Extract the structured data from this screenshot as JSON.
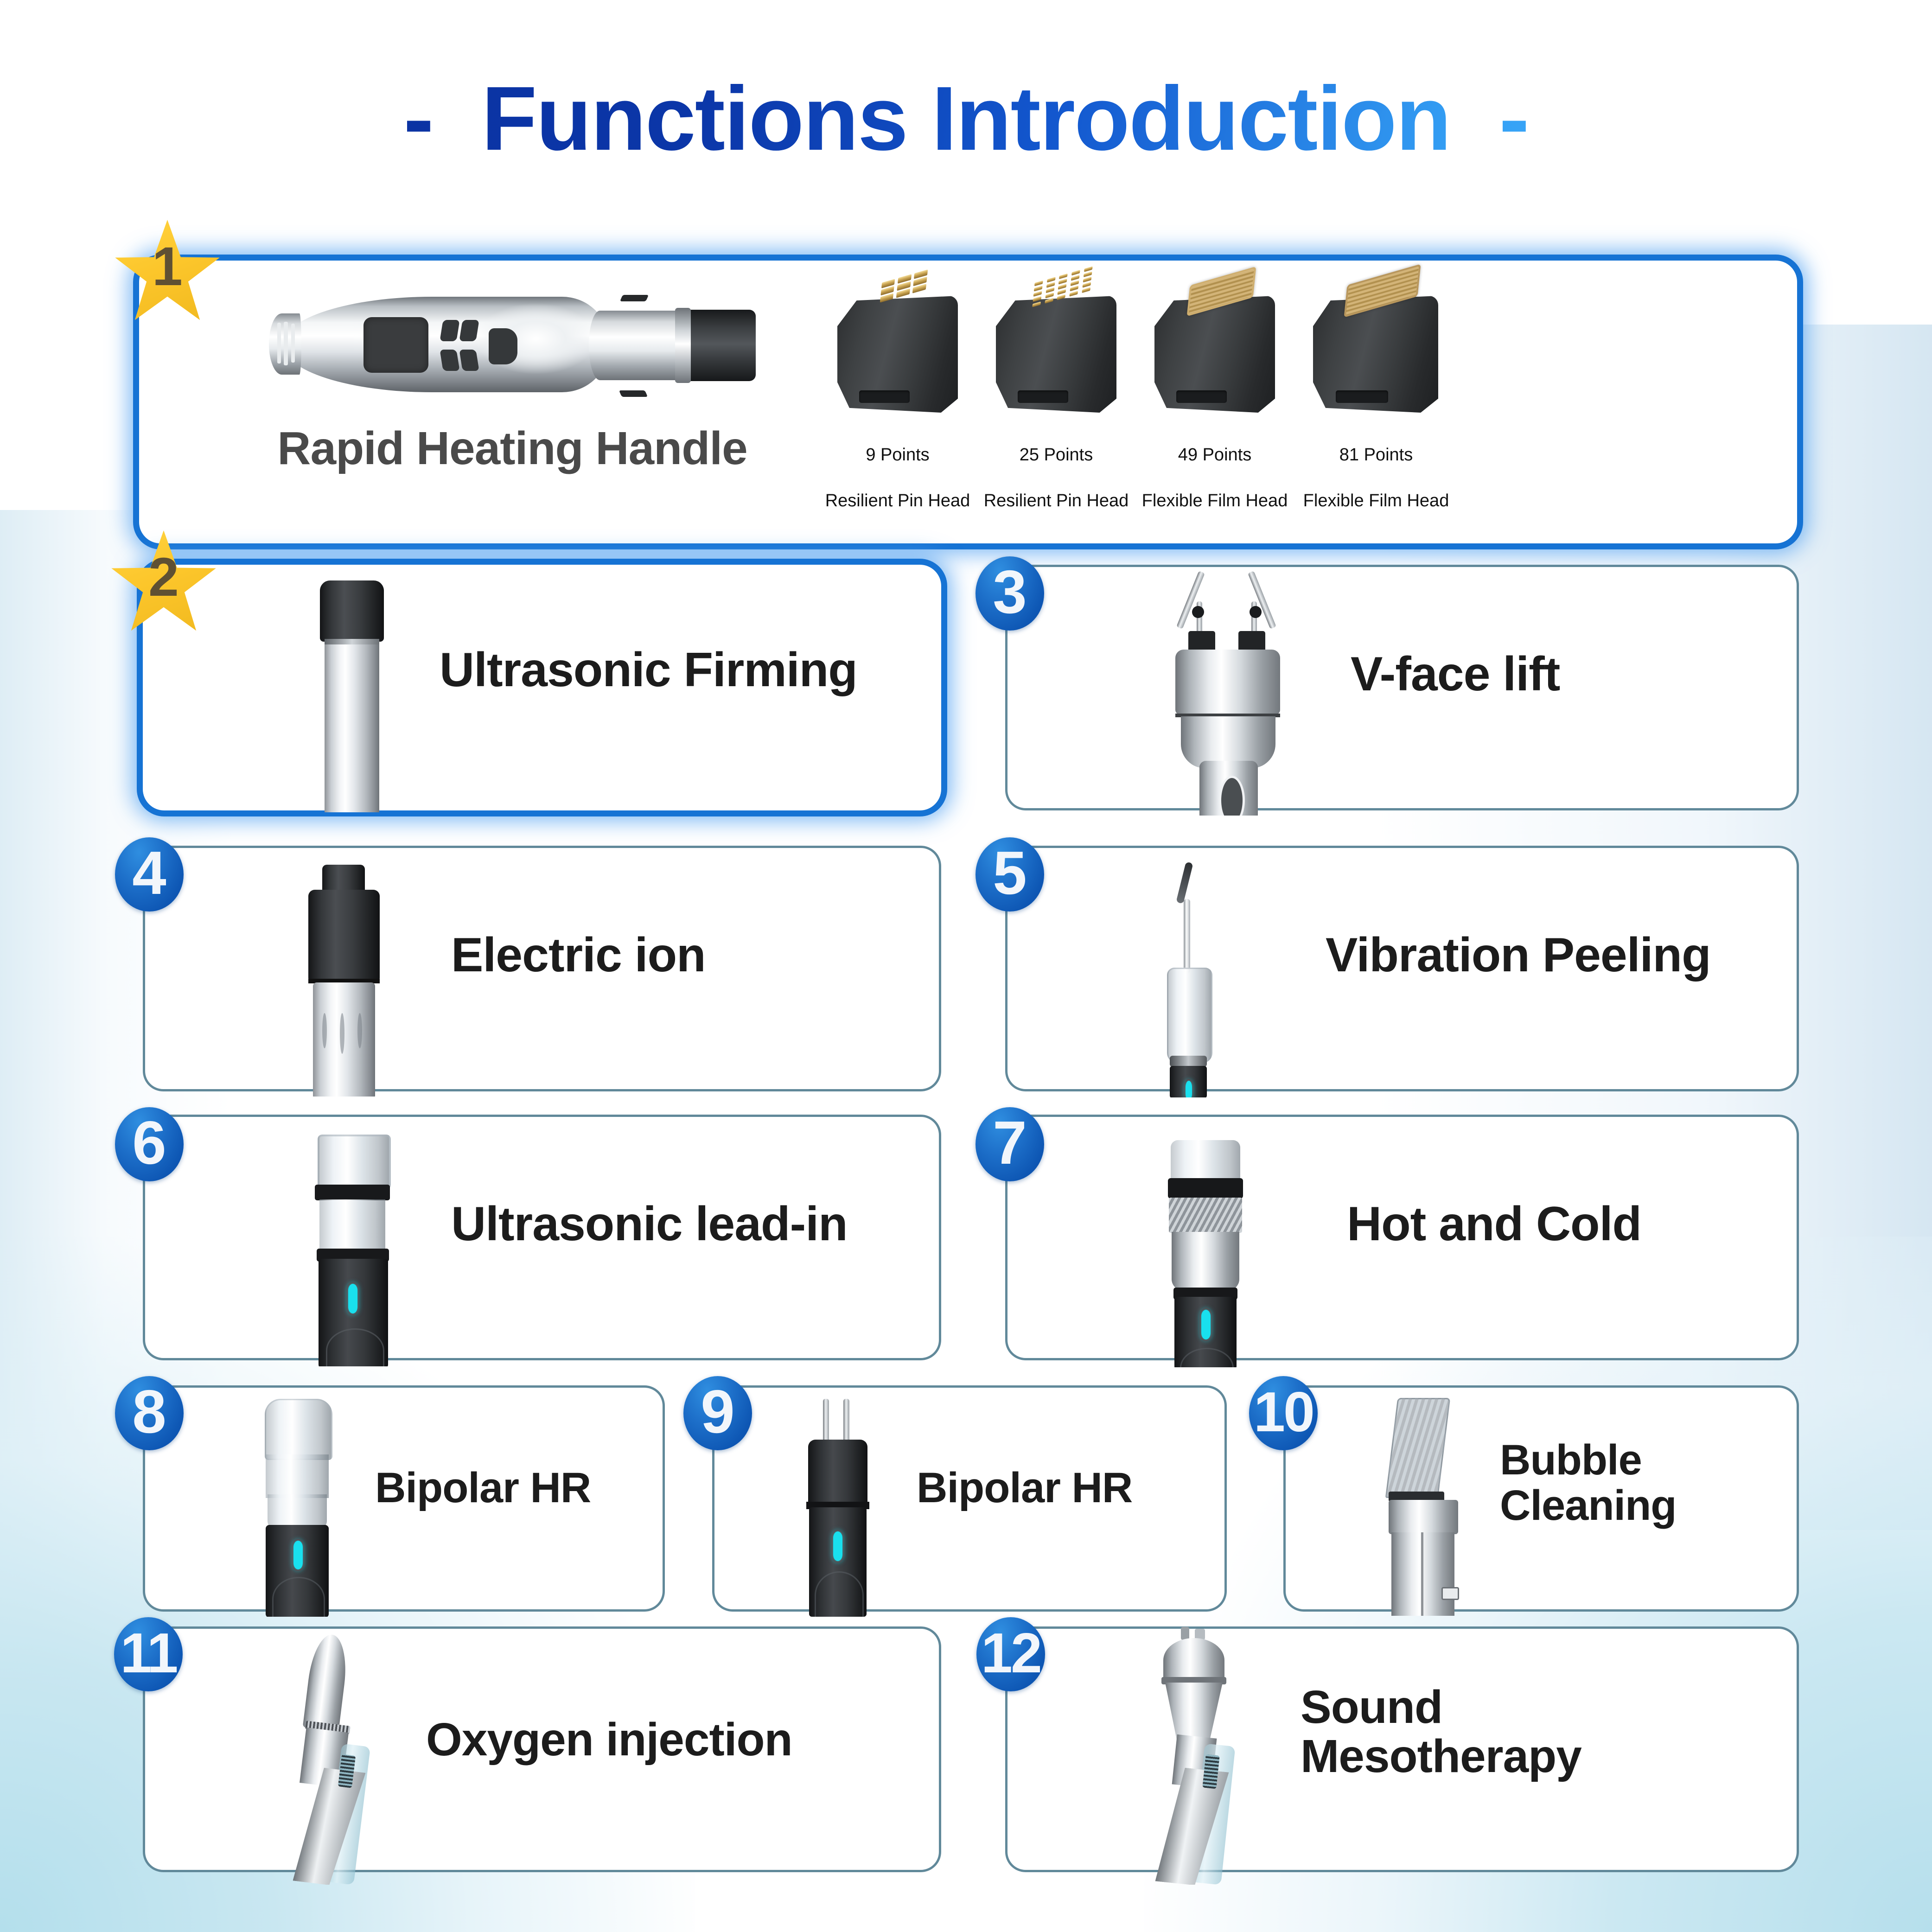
{
  "header": {
    "title": "-  Functions Introduction  -"
  },
  "colors": {
    "title_dark_blue": "#0b2f9c",
    "title_light_blue": "#46b4fb",
    "panel_border": "#61899a",
    "highlight_border": "#1673d4",
    "badge_blue": "#1066c4",
    "badge_star_gold": "#fcc62b",
    "led_cyan": "#19e0ee",
    "background_tint": "#bfe3ed"
  },
  "panels": [
    {
      "number": "1",
      "badge_style": "star",
      "label": "Rapid Heating Handle",
      "device": "rapid-heating-handle",
      "tips": [
        {
          "line1": "9 Points",
          "line2": "Resilient Pin Head",
          "pins": 9,
          "kind": "pin"
        },
        {
          "line1": "25 Points",
          "line2": "Resilient Pin Head",
          "pins": 25,
          "kind": "pin"
        },
        {
          "line1": "49 Points",
          "line2": "Flexible Film Head",
          "pins": 49,
          "kind": "film"
        },
        {
          "line1": "81 Points",
          "line2": "Flexible Film Head",
          "pins": 81,
          "kind": "film"
        }
      ]
    },
    {
      "number": "2",
      "badge_style": "star",
      "label": "Ultrasonic Firming",
      "device": "ultrasonic-firming-probe"
    },
    {
      "number": "3",
      "badge_style": "circle",
      "label": "V-face lift",
      "device": "v-face-lift-probe"
    },
    {
      "number": "4",
      "badge_style": "circle",
      "label": "Electric ion",
      "device": "electric-ion-probe"
    },
    {
      "number": "5",
      "badge_style": "circle",
      "label": "Vibration  Peeling",
      "device": "vibration-peeling-probe"
    },
    {
      "number": "6",
      "badge_style": "circle",
      "label": "Ultrasonic lead-in",
      "device": "ultrasonic-lead-in-probe"
    },
    {
      "number": "7",
      "badge_style": "circle",
      "label": "Hot and Cold",
      "device": "hot-and-cold-probe"
    },
    {
      "number": "8",
      "badge_style": "circle",
      "label": "Bipolar HR",
      "device": "bipolar-hr-dome-probe"
    },
    {
      "number": "9",
      "badge_style": "circle",
      "label": "Bipolar HR",
      "device": "bipolar-hr-prong-probe"
    },
    {
      "number": "10",
      "badge_style": "circle",
      "label": "Bubble\nCleaning",
      "device": "bubble-cleaning-probe"
    },
    {
      "number": "11",
      "badge_style": "circle",
      "label": "Oxygen injection",
      "device": "oxygen-injection-probe"
    },
    {
      "number": "12",
      "badge_style": "circle",
      "label": "Sound\nMesotherapy",
      "device": "sound-mesotherapy-probe"
    }
  ]
}
